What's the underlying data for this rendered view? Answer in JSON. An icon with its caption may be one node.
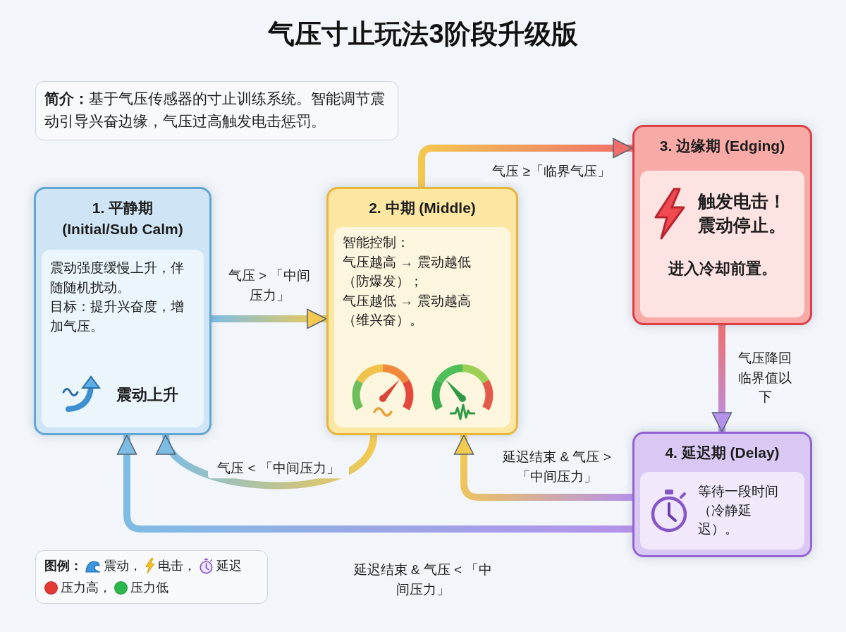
{
  "diagram": {
    "title": "气压寸止玩法3阶段升级版",
    "nodes": [
      {
        "text": [
          "**简介：**基于气压传感器的寸止训练系统。智能调节震动引导兴奋边缘，气压过高触发电击惩罚。"
        ]
      },
      {
        "text": [
          "1. 平静期",
          "(Initial/Sub Calm)",
          "震动强度缓慢上升，伴随随机扰动。",
          "目标：提升兴奋度，增加气压。",
          "震动上升"
        ]
      },
      {
        "text": [
          "2. 中期 (Middle)",
          "智能控制：",
          "气压越高 → 震动越低（防爆发）；",
          "气压越低 → 震动越高（维兴奋）。"
        ]
      },
      {
        "text": [
          "3. 边缘期 (Edging)",
          "触发电击！震动停止。",
          "进入冷却前置。"
        ]
      },
      {
        "text": [
          "4. 延迟期 (Delay)",
          "等待一段时间（冷静延迟）。"
        ]
      }
    ],
    "edges": [
      {
        "from": 1,
        "to": 2,
        "arrow": "to",
        "label": "气压 > 「中间压力」"
      },
      {
        "from": 2,
        "to": 3,
        "arrow": "to",
        "label": "气压 ≥「临界气压」"
      },
      {
        "from": 3,
        "to": 4,
        "arrow": "to",
        "label": "气压降回临界值以下"
      },
      {
        "from": 2,
        "to": 1,
        "arrow": "to",
        "label": "气压 < 「中间压力」"
      },
      {
        "from": 4,
        "to": 2,
        "arrow": "to",
        "label": "延迟结束 & 气压 > 「中间压力」"
      },
      {
        "from": 4,
        "to": 1,
        "arrow": "to",
        "label": "延迟结束 & 气压 < 「中间压力」"
      }
    ],
    "labels": [
      "图例："
    ],
    "legend": [
      {
        "text": "震动，"
      },
      {
        "text": "电击，"
      },
      {
        "text": "延迟"
      },
      {
        "text": "压力高，",
        "color": "#e53935"
      },
      {
        "text": "压力低",
        "color": "#2db84d"
      }
    ]
  }
}
